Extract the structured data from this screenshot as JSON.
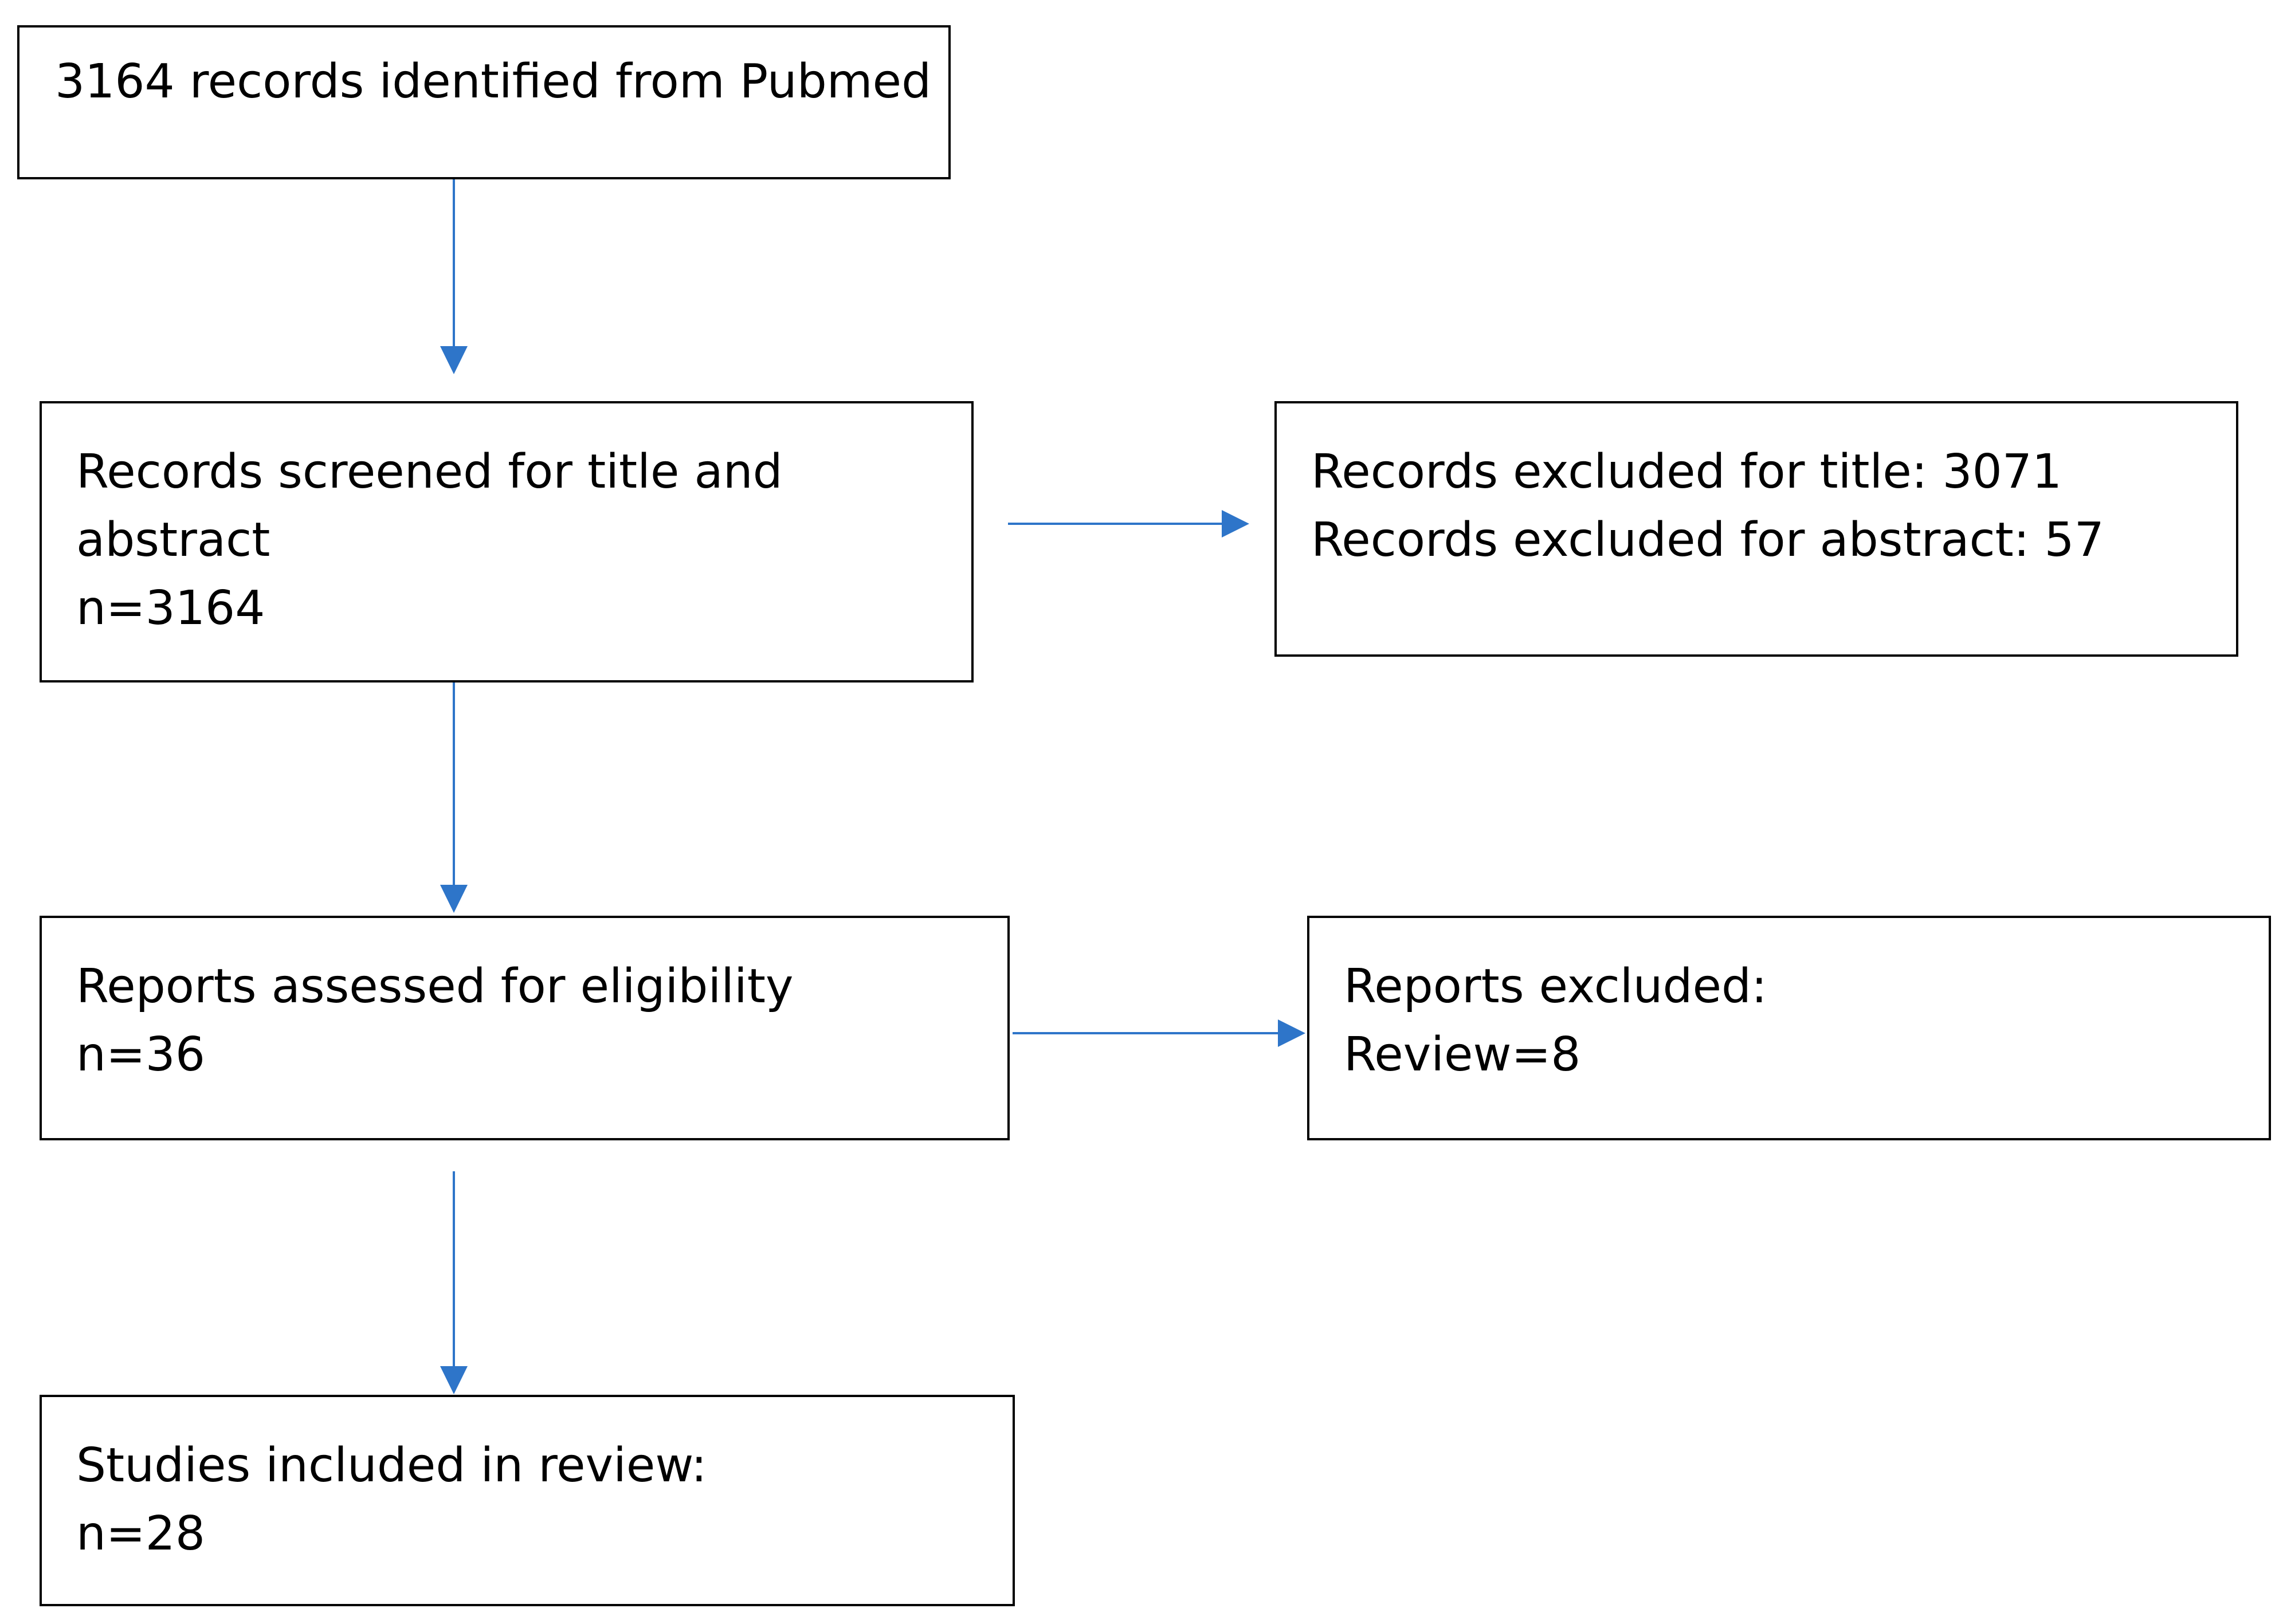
{
  "diagram": {
    "colors": {
      "arrow": "#2E75C9",
      "box_border": "#000000",
      "text": "#000000"
    },
    "boxes": {
      "identified": {
        "lines": [
          "3164 records identified from Pubmed"
        ]
      },
      "screened": {
        "lines": [
          "Records screened for title and",
          "abstract",
          "n=3164"
        ]
      },
      "excluded_records": {
        "lines": [
          "Records excluded for title: 3071",
          "Records excluded for abstract: 57"
        ]
      },
      "assessed": {
        "lines": [
          "Reports assessed for eligibility",
          "n=36"
        ]
      },
      "excluded_reports": {
        "lines": [
          "Reports excluded:",
          "Review=8"
        ]
      },
      "included": {
        "lines": [
          "Studies included in review:",
          "n=28"
        ]
      }
    }
  }
}
